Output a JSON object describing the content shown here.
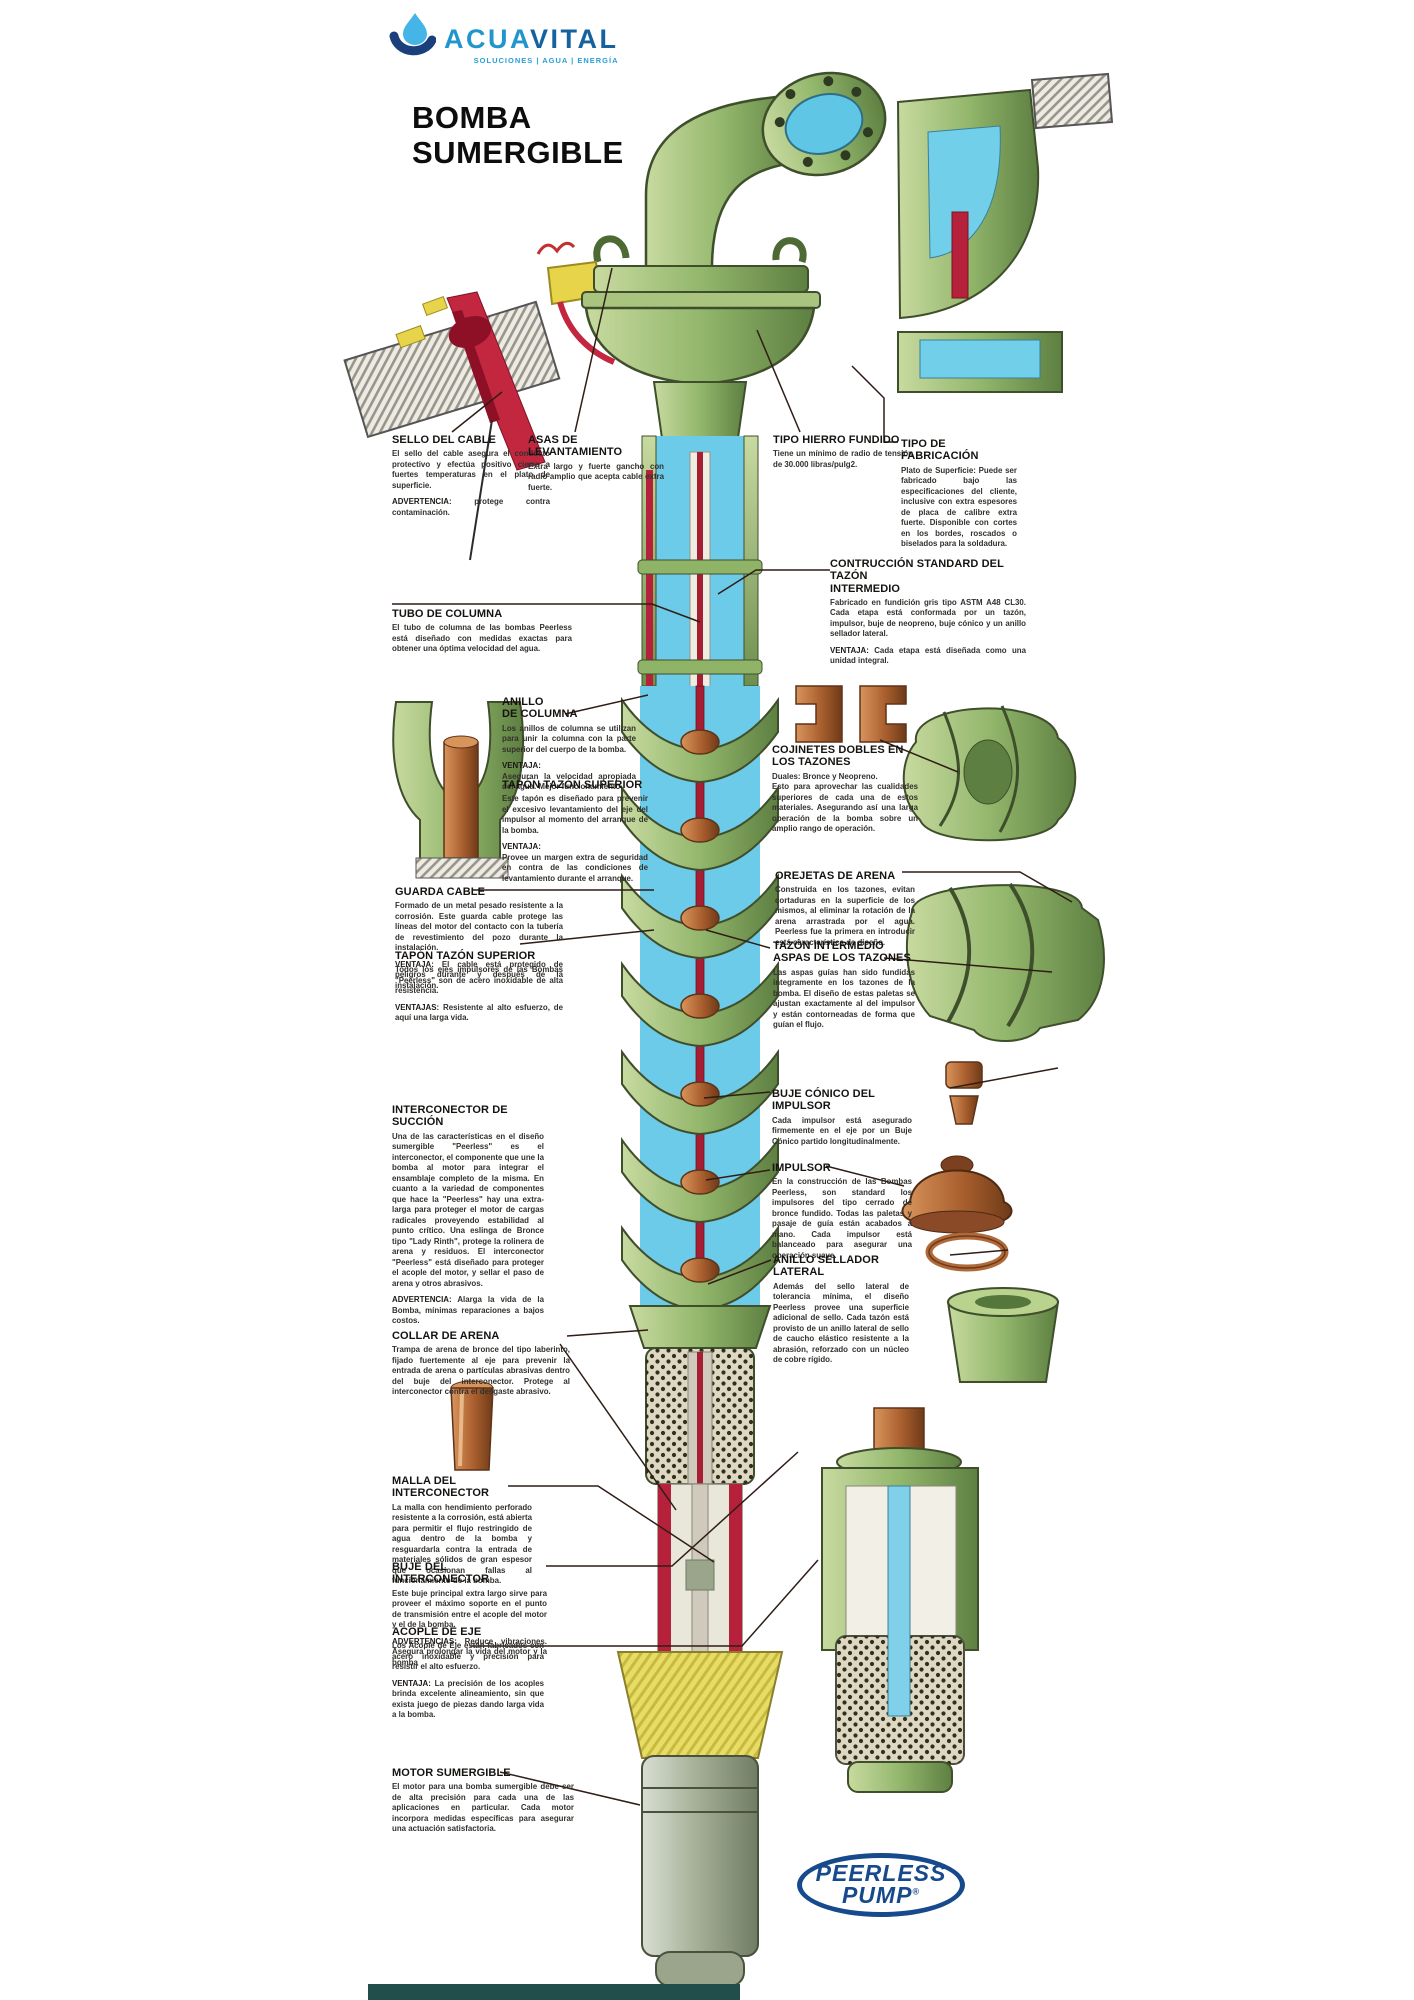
{
  "brand": {
    "logo_part1": "ACUA",
    "logo_part2": "VITAL",
    "tagline": "SOLUCIONES | AGUA | ENERGÍA",
    "title_line1": "BOMBA",
    "title_line2": "SUMERGIBLE",
    "peerless_line1": "PEERLESS",
    "peerless_line2": "PUMP",
    "peerless_reg": "®"
  },
  "colors": {
    "acuavital_blue": "#2196cc",
    "acuavital_navy": "#16629f",
    "peerless_navy": "#174a8c",
    "pump_green": "#93b76c",
    "water_blue": "#6ccbe8",
    "shaft_red": "#a51e34",
    "bronze": "#a95f2e",
    "footer_teal": "#214e4b"
  },
  "sections": {
    "sello_cable": {
      "title": "SELLO DEL CABLE",
      "body": "El sello del cable asegura el conducto protectivo y efectúa positivo cierre a fuertes temperaturas en el plato de superficie.",
      "note_label": "ADVERTENCIA:",
      "note": "protege contra contaminación."
    },
    "asas": {
      "title": "ASAS DE LEVANTAMIENTO",
      "body": "Extra largo y fuerte gancho con radio amplio que acepta cable extra fuerte."
    },
    "tipo_hierro": {
      "title": "TIPO HIERRO FUNDIDO",
      "body": "Tiene un mínimo de radio de tensión de 30.000 libras/pulg2."
    },
    "tipo_fabricacion": {
      "title": "TIPO DE FABRICACIÓN",
      "body": "Plato de Superficie: Puede ser fabricado bajo las especificaciones del cliente, inclusive con extra espesores de placa de calibre extra fuerte. Disponible con cortes en los bordes, roscados o biselados para la soldadura."
    },
    "construccion": {
      "title_line1": "CONTRUCCIÓN STANDARD DEL TAZÓN",
      "title_line2": "INTERMEDIO",
      "body": "Fabricado en fundición gris tipo ASTM A48 CL30. Cada etapa está conformada por un tazón, impulsor, buje de neopreno, buje cónico y un anillo sellador lateral.",
      "note_label": "VENTAJA:",
      "note": "Cada etapa está diseñada como una unidad integral."
    },
    "tubo_columna": {
      "title": "TUBO DE COLUMNA",
      "body": "El tubo de columna de las bombas Peerless está diseñado con medidas exactas para obtener una óptima velocidad del agua."
    },
    "anillo_columna": {
      "title_line1": "ANILLO",
      "title_line2": "DE COLUMNA",
      "body": "Los anillos de columna se utilizan para unir la columna con la parte superior del cuerpo de la bomba.",
      "note_label": "VENTAJA:",
      "note": "Aseguran la velocidad apropiada del agua. Mejor funcionamiento."
    },
    "tapon_superior_1": {
      "title": "TAPÓN TAZÓN SUPERIOR",
      "body": "Este tapón es diseñado para prevenir el excesivo levantamiento del eje del impulsor al momento del arranque de la bomba.",
      "note_label": "VENTAJA:",
      "note": "Provee un margen extra de seguridad en contra de las condiciones de levantamiento durante el arranque."
    },
    "cojinetes": {
      "title_line1": "COJINETES DOBLES EN",
      "title_line2": "LOS TAZONES",
      "body": "Duales: Bronce y Neopreno.",
      "body2": "Esto para aprovechar las cualidades superiores de cada una de estos materiales. Asegurando así una larga operación de la bomba sobre un amplio rango de operación."
    },
    "guarda_cable": {
      "title": "GUARDA CABLE",
      "body": "Formado de un metal pesado resistente a la corrosión. Este guarda cable protege las líneas del motor del contacto con la tubería de revestimiento del pozo durante la instalación.",
      "note_label": "VENTAJA:",
      "note": "El cable está protegido de peligros durante y después de la instalación."
    },
    "orejetas": {
      "title": "OREJETAS DE ARENA",
      "body": "Construida en los tazones, evitan cortaduras en la superficie de los mismos, al eliminar la rotación de la arena arrastrada por el agua. Peerless fue la primera en introducir está característica de diseño."
    },
    "tapon_superior_2": {
      "title": "TAPÓN TAZÓN SUPERIOR",
      "body": "Todos los ejes impulsores de las Bombas \"Peerless\" son de acero inoxidable de alta resistencia.",
      "note_label": "VENTAJAS:",
      "note": "Resistente al alto esfuerzo, de aquí una larga vida."
    },
    "tazon_intermedio": {
      "title_line1": "TAZÓN INTERMEDIO",
      "title_line2": "ASPAS DE LOS TAZONES",
      "body": "Las aspas guías han sido fundidas integramente en los tazones de la bomba. El diseño de estas paletas se ajustan exactamente al del impulsor y están contorneadas de forma que guían el flujo."
    },
    "interconector": {
      "title": "INTERCONECTOR DE SUCCIÓN",
      "body": "Una de las características en el diseño sumergible \"Peerless\" es el interconector, el componente que une la bomba al motor para integrar el ensamblaje completo de la misma. En cuanto a la variedad de componentes que hace la \"Peerless\" hay una extra-larga para proteger el motor de cargas radicales proveyendo estabilidad al punto crítico. Una eslinga de Bronce tipo \"Lady Rinth\", protege la rolinera de arena y residuos. El interconector \"Peerless\" está diseñado para proteger el acople del motor, y sellar el paso de arena y otros abrasivos.",
      "note_label": "ADVERTENCIA:",
      "note": "Alarga la vida de la Bomba, mínimas reparaciones a bajos costos."
    },
    "buje_conico": {
      "title": "BUJE CÓNICO DEL IMPULSOR",
      "body": "Cada impulsor está asegurado firmemente en el eje por un Buje Cónico partido longitudinalmente."
    },
    "impulsor": {
      "title": "IMPULSOR",
      "body": "En la construcción de las Bombas Peerless, son standard los impulsores del tipo cerrado de bronce fundido. Todas las paletas y pasaje de guía están acabados a mano. Cada impulsor está balanceado para asegurar una operación suave."
    },
    "anillo_sellador": {
      "title": "ANILLO SELLADOR LATERAL",
      "body": "Además del sello lateral de tolerancia mínima, el diseño Peerless provee una superficie adicional de sello. Cada tazón está provisto de un anillo lateral de sello de caucho elástico resistente a la abrasión, reforzado con un núcleo de cobre rígido."
    },
    "collar_arena": {
      "title": "COLLAR DE ARENA",
      "body": "Trampa de arena de bronce del tipo laberinto, fijado fuertemente al eje para prevenir la entrada de arena o partículas abrasivas dentro del buje del interconector. Protege al interconector contra el desgaste abrasivo."
    },
    "malla": {
      "title_line1": "MALLA DEL",
      "title_line2": "INTERCONECTOR",
      "body": "La malla con hendimiento perforado resistente a la corrosión, está abierta para permitir el flujo restringido de agua dentro de la bomba y resguardarla contra la entrada de materiales sólidos de gran espesor que ocasionan fallas al funcionamiento de la bomba."
    },
    "buje_interconector": {
      "title": "BUJE DEL INTERCONECTOR",
      "body": "Este buje principal extra largo sirve para proveer el máximo soporte en el punto de transmisión entre el acople del motor y el de la bomba.",
      "note_label": "ADVERTENCIAS:",
      "note": "Reduce vibraciones. Asegura prolongar la vida del motor y la bomba"
    },
    "acople_eje": {
      "title": "ACOPLE DE EJE",
      "body": "Los Acople de Eje están fabricados con acero inoxidable y precisión para resistir el alto esfuerzo.",
      "note_label": "VENTAJA:",
      "note": "La precisión de los acoples brinda excelente alineamiento, sin que exista juego de piezas dando larga vida a la bomba."
    },
    "motor": {
      "title": "MOTOR SUMERGIBLE",
      "body": "El motor para una bomba sumergible debe ser de alta precisión para cada una de las aplicaciones en particular. Cada motor incorpora medidas específicas para asegurar una actuación satisfactoria."
    }
  }
}
